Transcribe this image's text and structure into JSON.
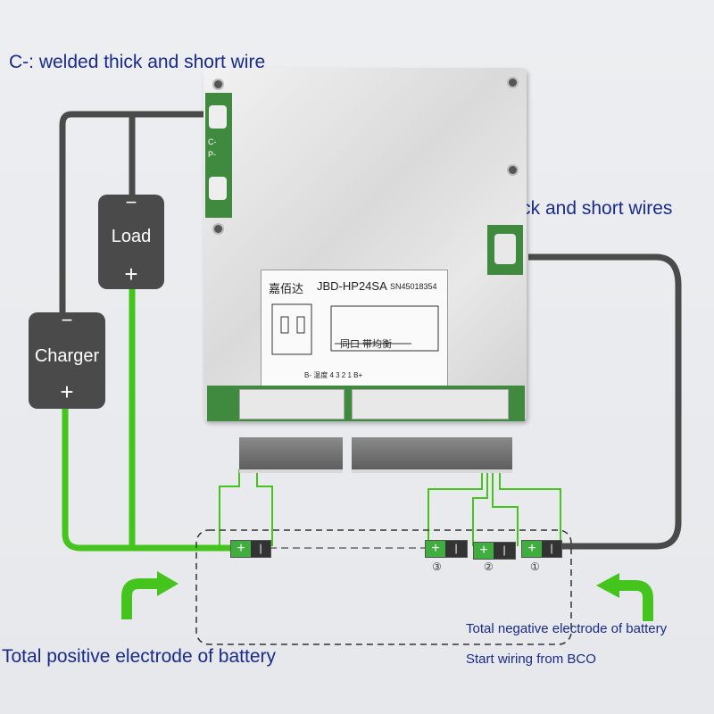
{
  "annotations": {
    "c_minus": "C-: welded thick and short wire",
    "b_minus": "B-: Welding thick and short wires",
    "total_positive": "Total positive electrode of battery",
    "total_negative": "Total negative electrode of battery",
    "start_wiring": "Start wiring from BCO"
  },
  "board": {
    "model": "JBD-HP24SA",
    "serial": "SN45018354",
    "brand": "嘉佰达",
    "port_label": "同口 带均衡",
    "bottom_labels": "B- 温度 4 3 2 1 B+",
    "pad_c": "C-",
    "pad_p": "P-"
  },
  "devices": {
    "load": {
      "label": "Load",
      "minus": "−",
      "plus": "+"
    },
    "charger": {
      "label": "Charger",
      "minus": "−",
      "plus": "+"
    }
  },
  "cells": {
    "plus": "+",
    "minus": "|",
    "numbers": [
      "③",
      "②",
      "①"
    ]
  },
  "colors": {
    "wire_dark": "#4a4a4a",
    "wire_green": "#44c41c",
    "label_blue": "#1a2a8a"
  }
}
